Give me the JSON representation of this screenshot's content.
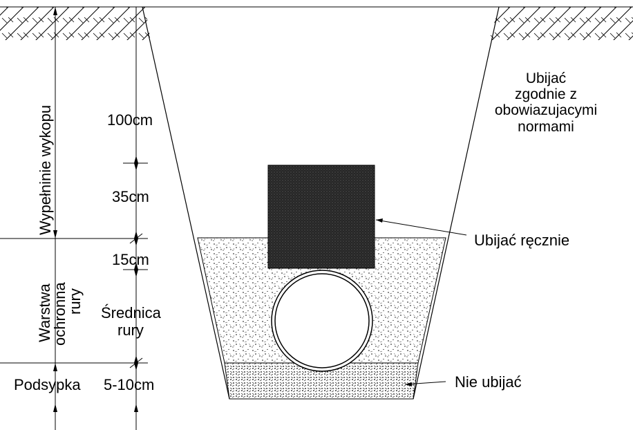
{
  "labels": {
    "fill_trench": "Wypełninie wykopu",
    "protective_layer_1": "Warstwa",
    "protective_layer_2": "ochronna",
    "protective_layer_3": "rury",
    "bedding": "Podsypka",
    "dim_100": "100cm",
    "dim_35": "35cm",
    "dim_15": "15cm",
    "diameter_1": "Średnica",
    "diameter_2": "rury",
    "dim_bedding": "5-10cm",
    "compact_norms_1": "Ubijać",
    "compact_norms_2": "zgodnie z",
    "compact_norms_3": "obowiazujacymi",
    "compact_norms_4": "normami",
    "compact_manual": "Ubijać ręcznie",
    "no_compact": "Nie ubijać"
  },
  "colors": {
    "line": "#000000",
    "background": "#ffffff",
    "block_fill": "#262626"
  }
}
